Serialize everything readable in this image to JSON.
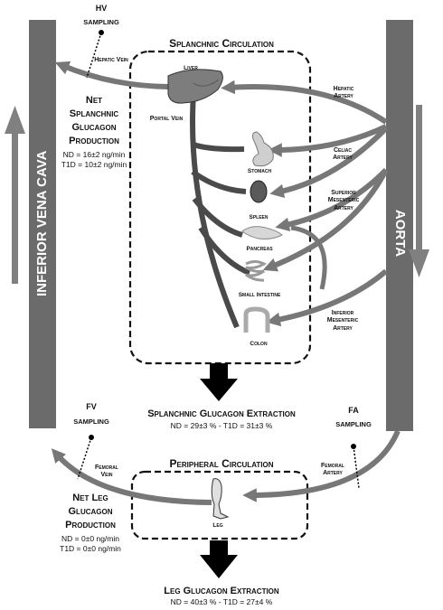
{
  "vessels": {
    "ivc_label": "INFERIOR VENA CAVA",
    "aorta_label": "AORTA",
    "hepatic_vein": "Hepatic Vein",
    "portal_vein": "Portal Vein",
    "hepatic_artery": "Hepatic Artery",
    "celiac_artery": "Celiac Artery",
    "superior_mesenteric_artery": "Superior Mesenteric Artery",
    "inferior_mesenteric_artery": "Inferior Mesenteric Artery",
    "femoral_vein": "Femoral Vein",
    "femoral_artery": "Femoral Artery"
  },
  "sampling": {
    "hv": {
      "code": "HV",
      "label": "SAMPLING"
    },
    "fv": {
      "code": "FV",
      "label": "SAMPLING"
    },
    "fa": {
      "code": "FA",
      "label": "SAMPLING"
    }
  },
  "splanchnic": {
    "title": "Splanchnic Circulation",
    "organs": [
      "Liver",
      "Stomach",
      "Spleen",
      "Pancreas",
      "Small Intestine",
      "Colon"
    ]
  },
  "net_splanchnic": {
    "lines": [
      "Net",
      "Splanchnic",
      "Glucagon",
      "Production"
    ],
    "nd": "ND = 16±2 ng/min",
    "t1d": "T1D = 10±2 ng/min"
  },
  "splanchnic_extraction": {
    "title": "Splanchnic Glucagon Extraction",
    "values": "ND = 29±3 % - T1D = 31±3 %"
  },
  "peripheral": {
    "title": "Peripheral Circulation",
    "organ": "Leg"
  },
  "net_leg": {
    "lines": [
      "Net Leg",
      "Glucagon",
      "Production"
    ],
    "nd": "ND = 0±0 ng/min",
    "t1d": "T1D = 0±0 ng/min"
  },
  "leg_extraction": {
    "title": "Leg Glucagon Extraction",
    "values": "ND = 40±3 % - T1D = 27±4 %"
  },
  "colors": {
    "vessel": "#6b6b6b",
    "flow_arrow": "#7a7a7a",
    "box_border": "#111111",
    "extraction_arrow": "#000000"
  }
}
